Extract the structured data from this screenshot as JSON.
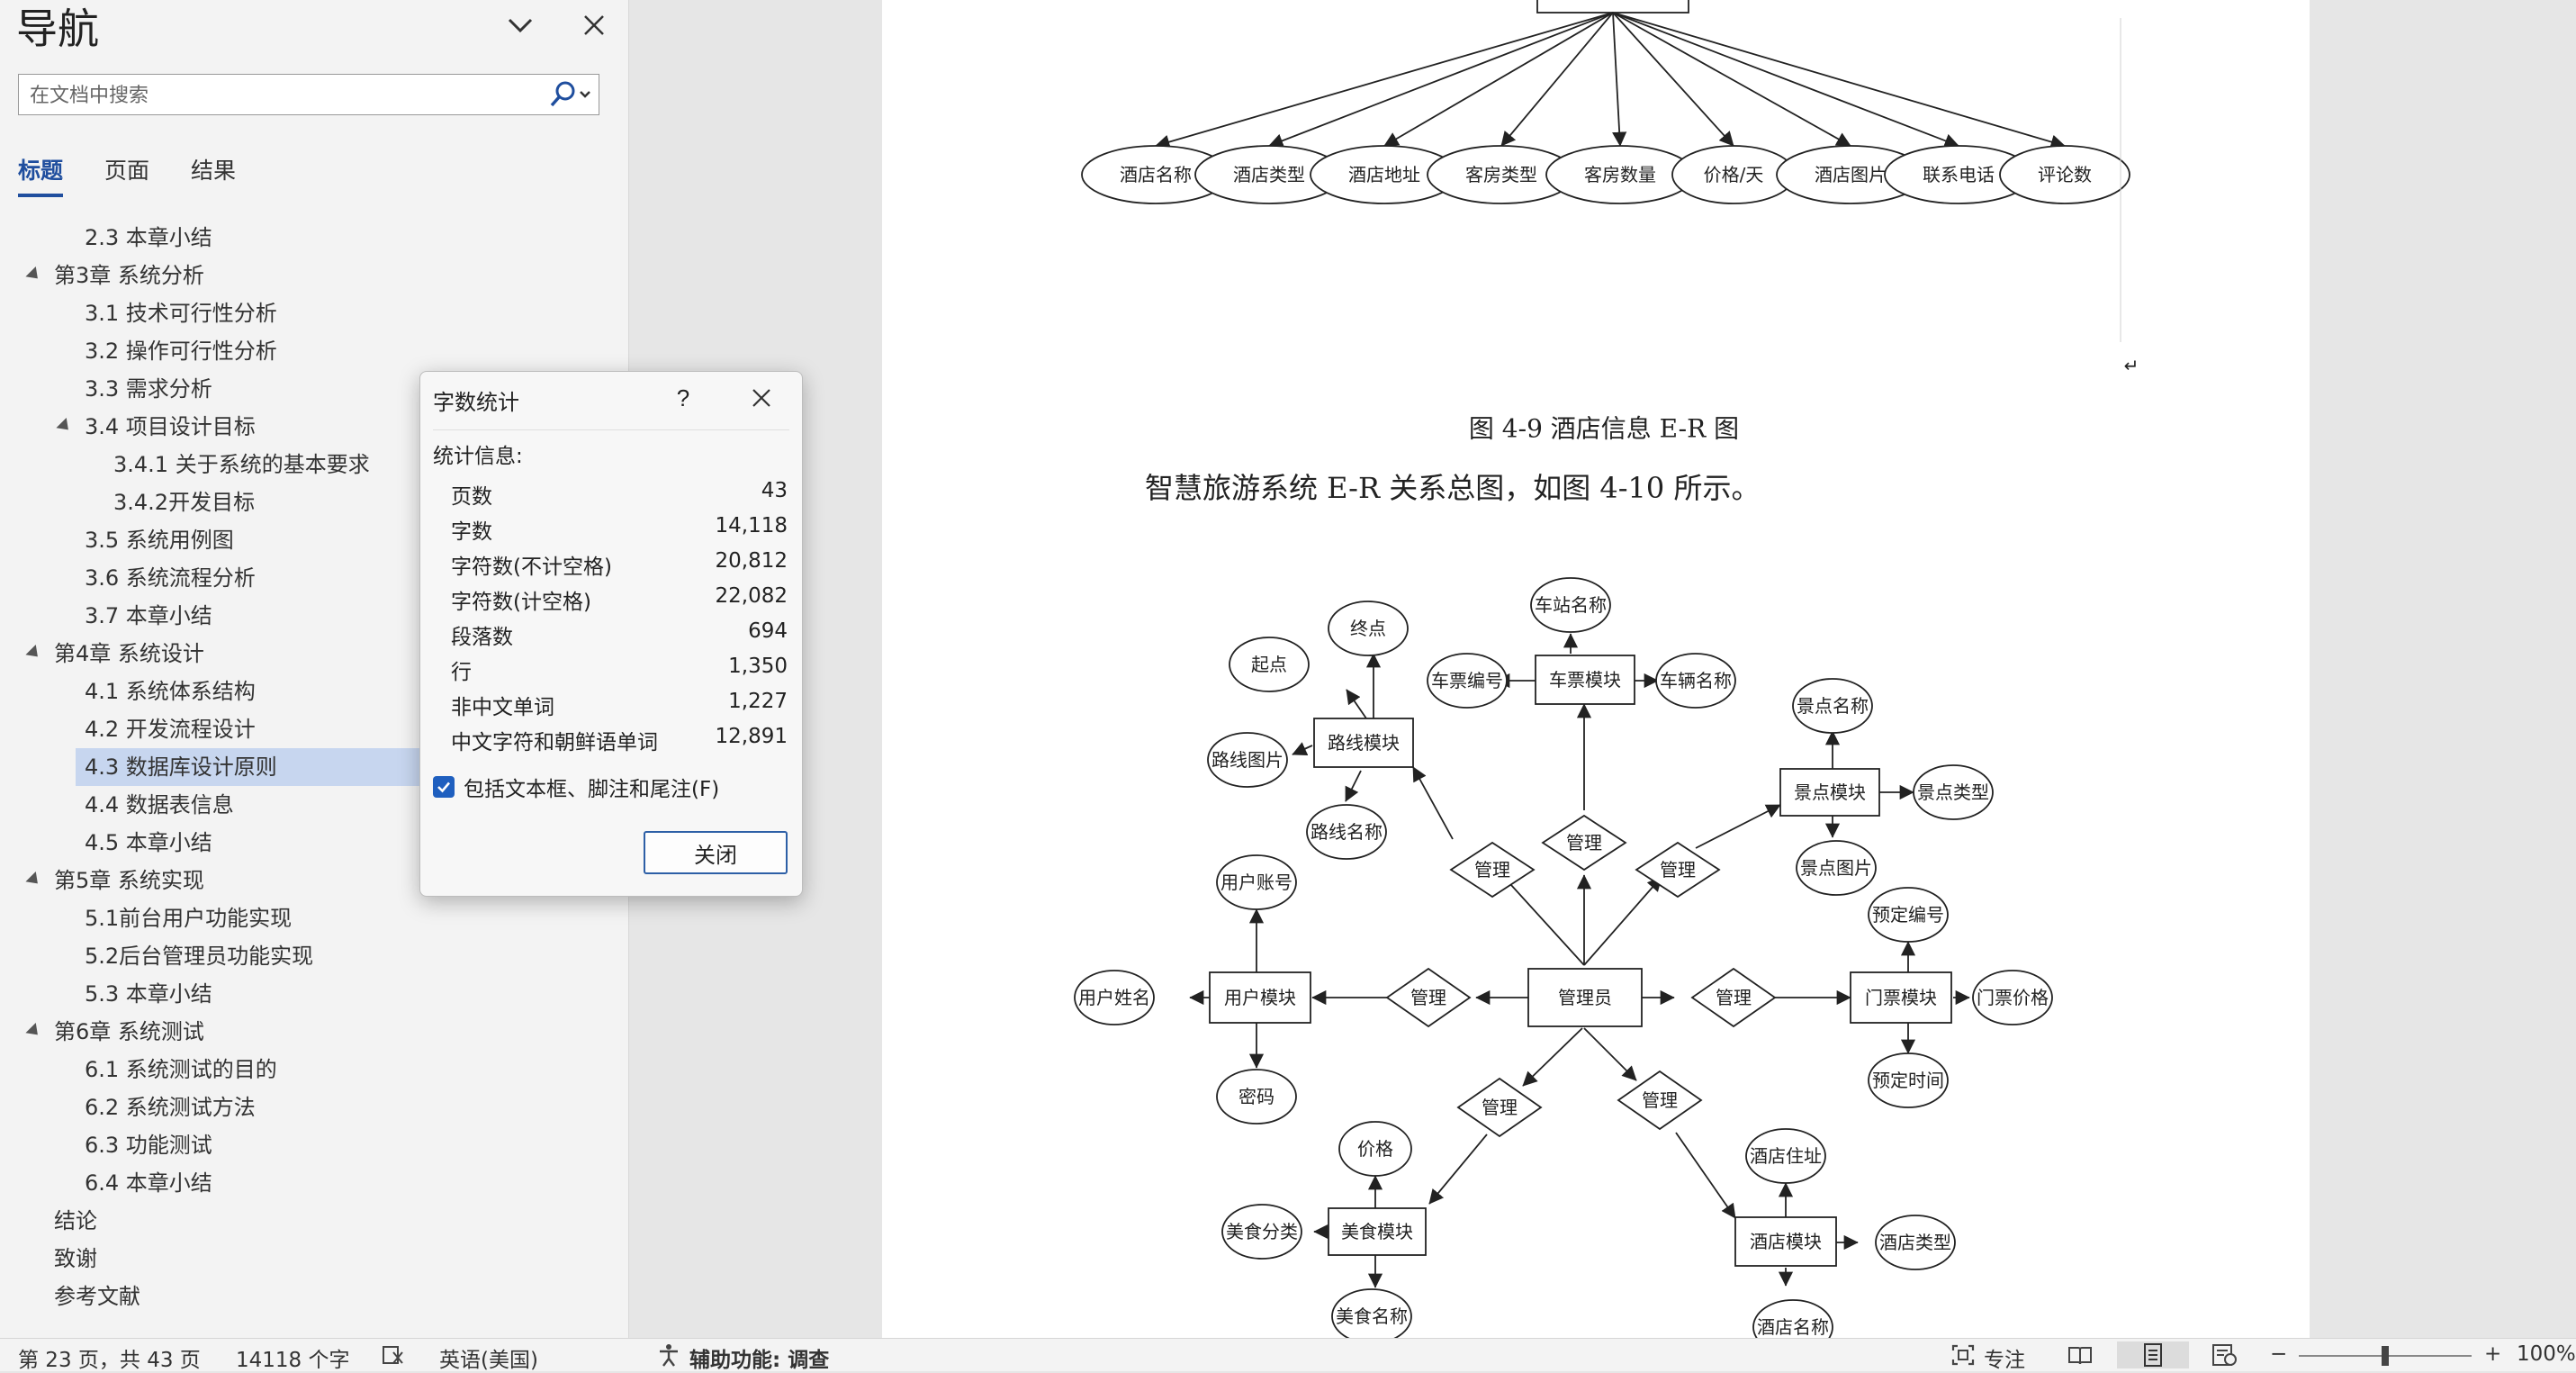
{
  "nav": {
    "title": "导航",
    "search_placeholder": "在文档中搜索",
    "tabs": [
      "标题",
      "页面",
      "结果"
    ],
    "items": [
      "2.3 本章小结",
      "第3章  系统分析",
      "3.1 技术可行性分析",
      "3.2  操作可行性分析",
      "3.3 需求分析",
      "3.4 项目设计目标",
      "3.4.1 关于系统的基本要求",
      "3.4.2开发目标",
      "3.5 系统用例图",
      "3.6 系统流程分析",
      "3.7  本章小结",
      "第4章  系统设计",
      "4.1 系统体系结构",
      "4.2  开发流程设计",
      "4.3  数据库设计原则",
      "4.4  数据表信息",
      "4.5  本章小结",
      "第5章  系统实现",
      "5.1前台用户功能实现",
      "5.2后台管理员功能实现",
      "5.3 本章小结",
      "第6章  系统测试",
      "6.1  系统测试的目的",
      "6.2  系统测试方法",
      "6.3  功能测试",
      "6.4  本章小结",
      "结论",
      "致谢",
      "参考文献"
    ]
  },
  "doc": {
    "hotel_attrs": [
      "酒店名称",
      "酒店类型",
      "酒店地址",
      "客房类型",
      "客房数量",
      "价格/天",
      "酒店图片",
      "联系电话",
      "评论数"
    ],
    "caption_4_9": "图 4-9 酒店信息 E-R 图",
    "para_text": "智慧旅游系统 E-R 关系总图，如图 4-10 所示。",
    "er": {
      "admin": "管理员",
      "manage": "管理",
      "route_module": "路线模块",
      "route_start": "起点",
      "route_end": "终点",
      "route_image": "路线图片",
      "route_name": "路线名称",
      "ticket_module": "车票模块",
      "station_name": "车站名称",
      "ticket_no": "车票编号",
      "vehicle_name": "车辆名称",
      "scenic_module": "景点模块",
      "scenic_name": "景点名称",
      "scenic_type": "景点类型",
      "scenic_image": "景点图片",
      "user_module": "用户模块",
      "user_account": "用户账号",
      "user_name": "用户姓名",
      "password": "密码",
      "gate_module": "门票模块",
      "booking_no": "预定编号",
      "gate_price": "门票价格",
      "booking_time": "预定时间",
      "food_module": "美食模块",
      "price": "价格",
      "food_category": "美食分类",
      "food_name": "美食名称",
      "hotel_module": "酒店模块",
      "hotel_stay": "酒店住址",
      "hotel_type": "酒店类型",
      "hotel_name": "酒店名称"
    }
  },
  "dialog": {
    "title": "字数统计",
    "help": "?",
    "section": "统计信息:",
    "stats": [
      {
        "label": "页数",
        "value": "43"
      },
      {
        "label": "字数",
        "value": "14,118"
      },
      {
        "label": "字符数(不计空格)",
        "value": "20,812"
      },
      {
        "label": "字符数(计空格)",
        "value": "22,082"
      },
      {
        "label": "段落数",
        "value": "694"
      },
      {
        "label": "行",
        "value": "1,350"
      },
      {
        "label": "非中文单词",
        "value": "1,227"
      },
      {
        "label": "中文字符和朝鲜语单词",
        "value": "12,891"
      }
    ],
    "include_label": "包括文本框、脚注和尾注(F)",
    "include_checked": true,
    "close_label": "关闭"
  },
  "status": {
    "page": "第 23 页，共 43 页",
    "words": "14118 个字",
    "language": "英语(美国)",
    "accessibility": "辅助功能: 调查",
    "focus": "专注",
    "zoom": "100%",
    "zoom_minus": "−",
    "zoom_plus": "+"
  },
  "colors": {
    "accent": "#1f4e9e",
    "selected_bg": "#c7d6ef",
    "checkbox": "#1f5fbf"
  },
  "icons": [
    "chevron-down-icon",
    "close-icon",
    "search-icon",
    "help-icon",
    "check-icon",
    "proofing-icon",
    "accessibility-icon",
    "focus-icon",
    "read-mode-icon",
    "print-layout-icon",
    "web-layout-icon"
  ]
}
